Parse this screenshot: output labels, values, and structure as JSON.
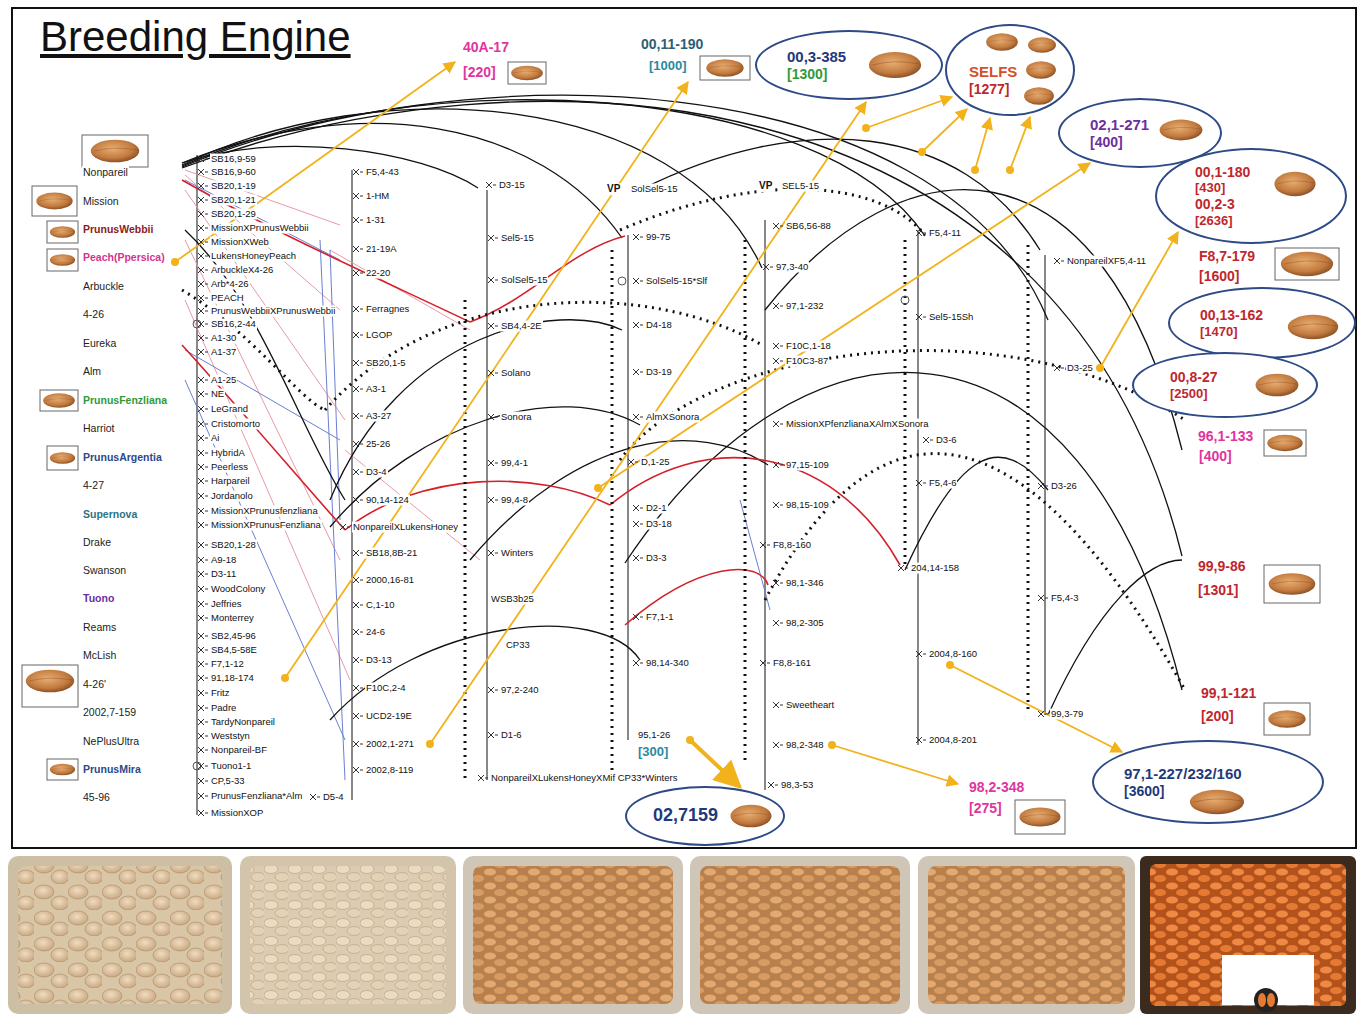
{
  "diagram": {
    "title": "Breeding Engine",
    "nodes": [
      {
        "text": [
          "00,3-385",
          "[1300]"
        ]
      },
      {
        "text": [
          "SELFS",
          "[1277]"
        ]
      },
      {
        "text": [
          "02,1-271",
          "[400]"
        ]
      },
      {
        "text": [
          "00,1-180",
          "[430]",
          "00,2-3",
          "[2636]"
        ]
      },
      {
        "text": [
          "00,13-162",
          "[1470]"
        ]
      },
      {
        "text": [
          "00,8-27",
          "[2500]"
        ]
      },
      {
        "text": [
          "97,1-227/232/160",
          "[3600]"
        ]
      },
      {
        "text": [
          "02,7159"
        ]
      }
    ],
    "labels": [
      "Nonpareil",
      "Mission",
      "PrunusWebbii",
      "Peach(Ppersica)",
      "Arbuckle",
      "4-26",
      "Eureka",
      "Alm",
      "PrunusFenzliana",
      "Harriot",
      "PrunusArgentia",
      "4-27",
      "Supernova",
      "Drake",
      "Swanson",
      "Tuono",
      "Reams",
      "McLish",
      "4-26'",
      "2002,7-159",
      "NePlusUltra",
      "PrunusMira",
      "45-96",
      "Ferragnes",
      "SB16,9-59",
      "SB16,9-60",
      "SB20,1-19",
      "SB20,1-21",
      "SB20,1-29",
      "MissionXPrunusWebbii",
      "MissionXWeb",
      "LukensHoneyPeach",
      "ArbuckleX4-26",
      "Arb*4-26",
      "PEACH",
      "PrunusWebbiiXPrunusWebbii",
      "SB16,2-44",
      "A1-30",
      "A1-37",
      "A1-25",
      "NE",
      "LeGrand",
      "Cristomorto",
      "Ai",
      "HybridA",
      "Peerless",
      "Harpareil",
      "Jordanolo",
      "MissionXPrunusfenzliana",
      "MissionXPrunusFenzliana",
      "SB20,1-28",
      "A9-18",
      "D3-11",
      "WoodColony",
      "Jeffries",
      "Monterrey",
      "SB2,45-96",
      "SB4,5-58E",
      "F7,1-12",
      "91,18-174",
      "Fritz",
      "Padre",
      "TardyNonpareil",
      "Weststyn",
      "Nonpareil-BF",
      "Tuono1-1",
      "CP,5-33",
      "PrunusFenzliana*Alm",
      "MissionXOP",
      "F5,4-43",
      "1-HM",
      "1-31",
      "21-19A",
      "22-20",
      "Ferragnes",
      "LGOP",
      "SB20,1-5",
      "A3-1",
      "A3-27",
      "25-26",
      "D3-4",
      "90,14-124",
      "NonpareilXLukensHoney",
      "SB18,8B-21",
      "2000,16-81",
      "C,1-10",
      "24-6",
      "D3-13",
      "F10C,2-4",
      "UCD2-19E",
      "2002,1-271",
      "2002,8-119",
      "D5-4",
      "D3-15",
      "Sel5-15",
      "SolSel5-15",
      "SB4,4-2E",
      "Solano",
      "Sonora",
      "99,4-1",
      "99,4-8",
      "Winters",
      "WSB3b25",
      "CP33",
      "97,2-240",
      "D1-6",
      "NonpareilXLukensHoneyXMif CP33*Winters",
      "VP",
      "SolSel5-15",
      "99-75",
      "SolSel5-15*Slf",
      "D4-18",
      "D3-19",
      "AlmXSonora",
      "D,1-25",
      "D2-1",
      "D3-18",
      "D3-3",
      "F7,1-1",
      "98,14-340",
      "95,1-26",
      "VP",
      "SEL5-15",
      "SB6,56-88",
      "97,3-40",
      "97,1-232",
      "F10C,1-18",
      "F10C3-87",
      "MissionXPfenzlianaXAlmXSonora",
      "97,15-109",
      "98,15-109",
      "F8,8-160",
      "98,1-346",
      "98,2-305",
      "F8,8-161",
      "Sweetheart",
      "98,2-348",
      "98,3-53",
      "F5,4-11",
      "Sel5-15Sh",
      "D3-6",
      "F5,4-6",
      "204,14-158",
      "2004,8-160",
      "2004,8-201",
      "NonpareilXF5,4-11",
      "D3-25",
      "D3-26",
      "F5,4-3",
      "99,3-79",
      "40A-17",
      "[220]",
      "00,11-190",
      "[1000]",
      "F8,7-179",
      "[1600]",
      "96,1-133",
      "[400]",
      "99,9-86",
      "[1301]",
      "99,1-121",
      "[200]",
      "98,2-348",
      "[275]",
      "[300]"
    ]
  }
}
